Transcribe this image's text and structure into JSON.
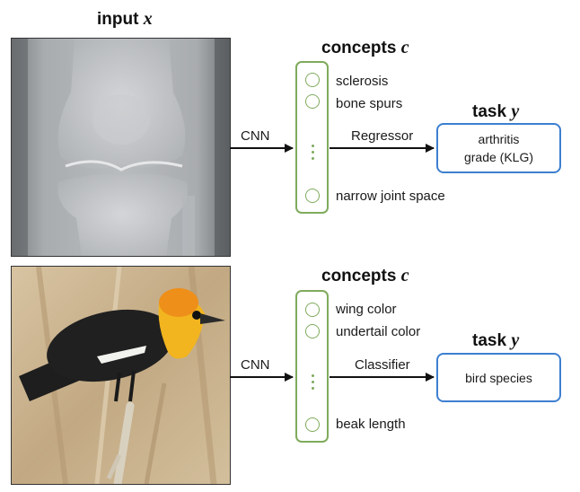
{
  "header": {
    "input_label": "input",
    "input_var": "x"
  },
  "panels": [
    {
      "concepts_title": "concepts",
      "concepts_var": "c",
      "concepts": [
        "sclerosis",
        "bone spurs",
        "narrow joint space"
      ],
      "cnn_label": "CNN",
      "head_label": "Regressor",
      "task_title": "task",
      "task_var": "y",
      "task_output": "arthritis\ngrade (KLG)"
    },
    {
      "concepts_title": "concepts",
      "concepts_var": "c",
      "concepts": [
        "wing color",
        "undertail color",
        "beak length"
      ],
      "cnn_label": "CNN",
      "head_label": "Classifier",
      "task_title": "task",
      "task_var": "y",
      "task_output": "bird species"
    }
  ],
  "colors": {
    "concept_green": "#7fab5c",
    "task_blue": "#3d7fd0"
  }
}
